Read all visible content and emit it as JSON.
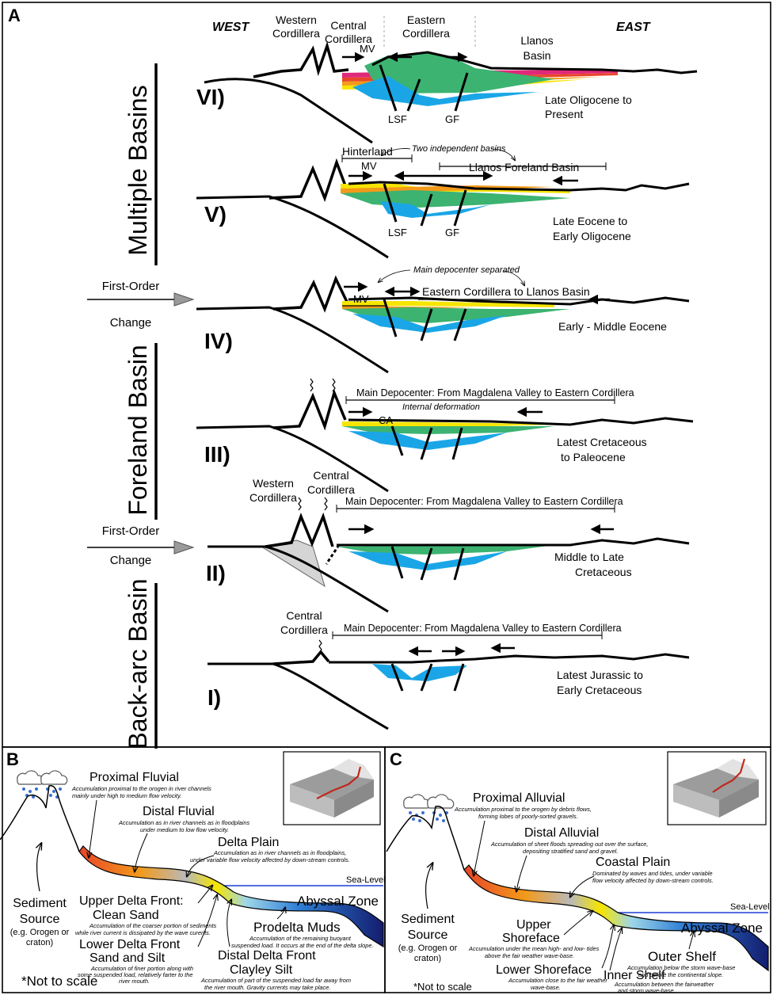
{
  "colors": {
    "blue": "#1aa6e6",
    "green": "#3cb371",
    "yellow": "#f6e500",
    "orange": "#f39a1a",
    "red": "#e8462a",
    "pink": "#e0287a",
    "magenta": "#c1369e",
    "grey": "#d5d5d5",
    "sealevel": "#1f3fd6",
    "darkblue": "#1c2a86"
  },
  "panelA": {
    "label": "A",
    "west": "WEST",
    "east": "EAST",
    "tectonic": [
      "Multiple Basins",
      "Foreland Basin",
      "Back-arc Basin"
    ],
    "first_order": [
      "First-Order",
      "Change"
    ],
    "top_labels": {
      "western_cordillera": [
        "Western",
        "Cordillera"
      ],
      "central_cordillera": [
        "Central",
        "Cordillera"
      ],
      "eastern_cordillera": [
        "Eastern",
        "Cordillera"
      ],
      "llanos_basin": [
        "Llanos",
        "Basin"
      ]
    },
    "stages": [
      {
        "roman": "VI)",
        "age": [
          "Late Oligocene to",
          "Present"
        ]
      },
      {
        "roman": "V)",
        "age": [
          "Late Eocene to",
          "Early Oligocene"
        ]
      },
      {
        "roman": "IV)",
        "age": [
          "Early - Middle Eocene"
        ]
      },
      {
        "roman": "III)",
        "age": [
          "Latest Cretaceous",
          "to Paleocene"
        ]
      },
      {
        "roman": "II)",
        "age": [
          "Middle to Late",
          "Cretaceous"
        ]
      },
      {
        "roman": "I)",
        "age": [
          "Latest Jurassic to",
          "Early Cretaceous"
        ]
      }
    ],
    "ann": {
      "mv": "MV",
      "lsf": "LSF",
      "gf": "GF",
      "hinterland": "Hinterland",
      "two_basins": "Two independent basins",
      "llanos_foreland": "Llanos Foreland Basin",
      "main_sep": "Main depocenter separated",
      "ec_llanos": "Eastern Cordillera to Llanos Basin",
      "main_depo": "Main Depocenter: From Magdalena Valley to Eastern Cordillera",
      "internal_def": "Internal deformation",
      "ca": "CA"
    }
  },
  "panelB": {
    "label": "B",
    "source": [
      "Sediment",
      "Source",
      "(e.g. Orogen or",
      "craton)"
    ],
    "sea_level": "Sea-Level",
    "abyssal": "Abyssal Zone",
    "not_to_scale": "*Not to scale",
    "proximal": {
      "title": "Proximal Fluvial",
      "desc": [
        "Accumulation proximal to the orogen in river channels",
        "mainly under high to medium flow velocity."
      ]
    },
    "distal": {
      "title": "Distal Fluvial",
      "desc": [
        "Accumulation as in river channels as in floodplains",
        "under medium to low flow velocity."
      ]
    },
    "delta_plain": {
      "title": "Delta Plain",
      "desc": [
        "Accumulation as in river channels as in floodplains,",
        "under variable flow velocity affected by down-stream controls."
      ]
    },
    "upper_df": {
      "title": [
        "Upper Delta Front:",
        "Clean Sand"
      ],
      "desc": [
        "Accumulation of the coarser portion of sediments",
        "while river current is dissipated by the wave curents."
      ]
    },
    "lower_df": {
      "title": [
        "Lower Delta Front",
        "Sand and Silt"
      ],
      "desc": [
        "Accumulation of finer portion along with",
        "some suspended load, relatively farter to the",
        "river mouth."
      ]
    },
    "prodelta": {
      "title": "Prodelta Muds",
      "desc": [
        "Accumulation of the remaining buoyant",
        "suspended load. It occurs at the end of the delta slope."
      ]
    },
    "distal_df": {
      "title": [
        "Distal Delta Front",
        "Clayley Silt"
      ],
      "desc": [
        "Accumulation of part of the suspended load far away from",
        "the river mouth. Gravity currents may take place."
      ]
    }
  },
  "panelC": {
    "label": "C",
    "source": [
      "Sediment",
      "Source",
      "(e.g. Orogen or",
      "craton)"
    ],
    "sea_level": "Sea-Level",
    "abyssal": "Abyssal Zone",
    "not_to_scale": "*Not to scale",
    "proximal": {
      "title": "Proximal Alluvial",
      "desc": [
        "Accumulation proximal to the orogen by debris flows,",
        "forming lobes of poorly-sorted gravels."
      ]
    },
    "distal": {
      "title": "Distal Alluvial",
      "desc": [
        "Accumulation of sheet floods spreading out over the surface,",
        "depositing stratified sand and gravel."
      ]
    },
    "coastal": {
      "title": "Coastal Plain",
      "desc": [
        "Dominated by waves and tides, under variable",
        "flow velocity affected by down-stream controls."
      ]
    },
    "upper_sf": {
      "title": [
        "Upper",
        "Shoreface"
      ],
      "desc": [
        "Accumulation under the mean high- and low- tides",
        "above the fair weather wave-base."
      ]
    },
    "lower_sf": {
      "title": "Lower Shoreface",
      "desc": [
        "Accumulation close to the fair weather",
        "wave-base."
      ]
    },
    "outer": {
      "title": "Outer Shelf",
      "desc": [
        "Accumulation below the storm wave-base",
        "and before the continental slope."
      ]
    },
    "inner": {
      "title": "Inner Shelf",
      "desc": [
        "Accumulation between the fairweather",
        "and storm wave-base."
      ]
    }
  }
}
